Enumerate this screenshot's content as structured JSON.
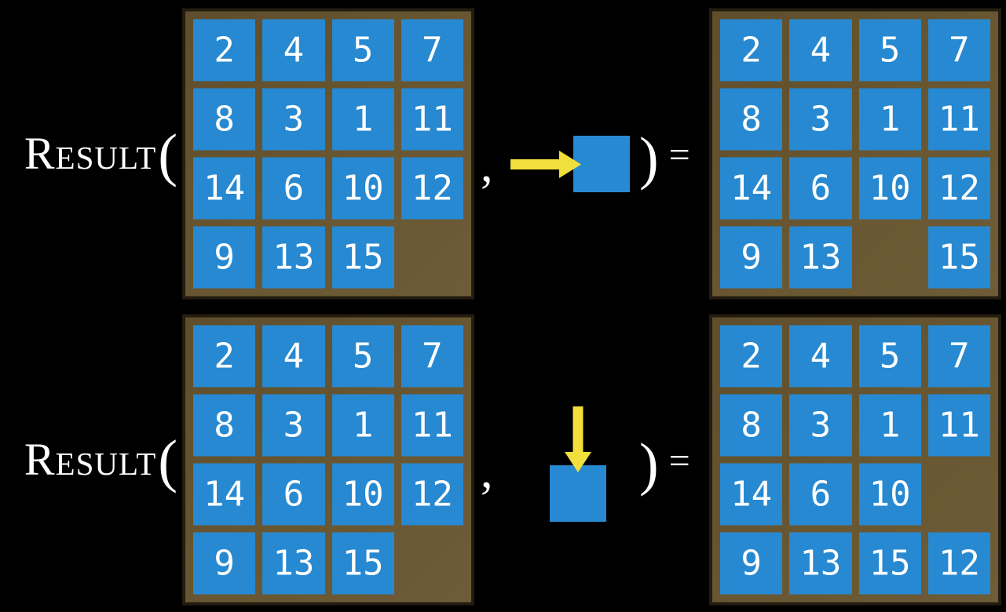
{
  "colors": {
    "background": "#000000",
    "board_frame": "#695732",
    "board_border": "#241c10",
    "tile": "#2789d1",
    "tile_text": "#ffffff",
    "arrow": "#f1df3b",
    "text": "#ffffff"
  },
  "equations": [
    {
      "function_label": "Result",
      "open_paren": "(",
      "comma": ",",
      "close_paren": ")",
      "equals": "=",
      "action": {
        "icon": "arrow-right-icon",
        "direction": "right",
        "target": "blank-tile"
      },
      "input_board": {
        "grid": [
          [
            "2",
            "4",
            "5",
            "7"
          ],
          [
            "8",
            "3",
            "1",
            "11"
          ],
          [
            "14",
            "6",
            "10",
            "12"
          ],
          [
            "9",
            "13",
            "15",
            ""
          ]
        ]
      },
      "output_board": {
        "grid": [
          [
            "2",
            "4",
            "5",
            "7"
          ],
          [
            "8",
            "3",
            "1",
            "11"
          ],
          [
            "14",
            "6",
            "10",
            "12"
          ],
          [
            "9",
            "13",
            "",
            "15"
          ]
        ]
      }
    },
    {
      "function_label": "Result",
      "open_paren": "(",
      "comma": ",",
      "close_paren": ")",
      "equals": "=",
      "action": {
        "icon": "arrow-down-icon",
        "direction": "down",
        "target": "blank-tile"
      },
      "input_board": {
        "grid": [
          [
            "2",
            "4",
            "5",
            "7"
          ],
          [
            "8",
            "3",
            "1",
            "11"
          ],
          [
            "14",
            "6",
            "10",
            "12"
          ],
          [
            "9",
            "13",
            "15",
            ""
          ]
        ]
      },
      "output_board": {
        "grid": [
          [
            "2",
            "4",
            "5",
            "7"
          ],
          [
            "8",
            "3",
            "1",
            "11"
          ],
          [
            "14",
            "6",
            "10",
            ""
          ],
          [
            "9",
            "13",
            "15",
            "12"
          ]
        ]
      }
    }
  ]
}
